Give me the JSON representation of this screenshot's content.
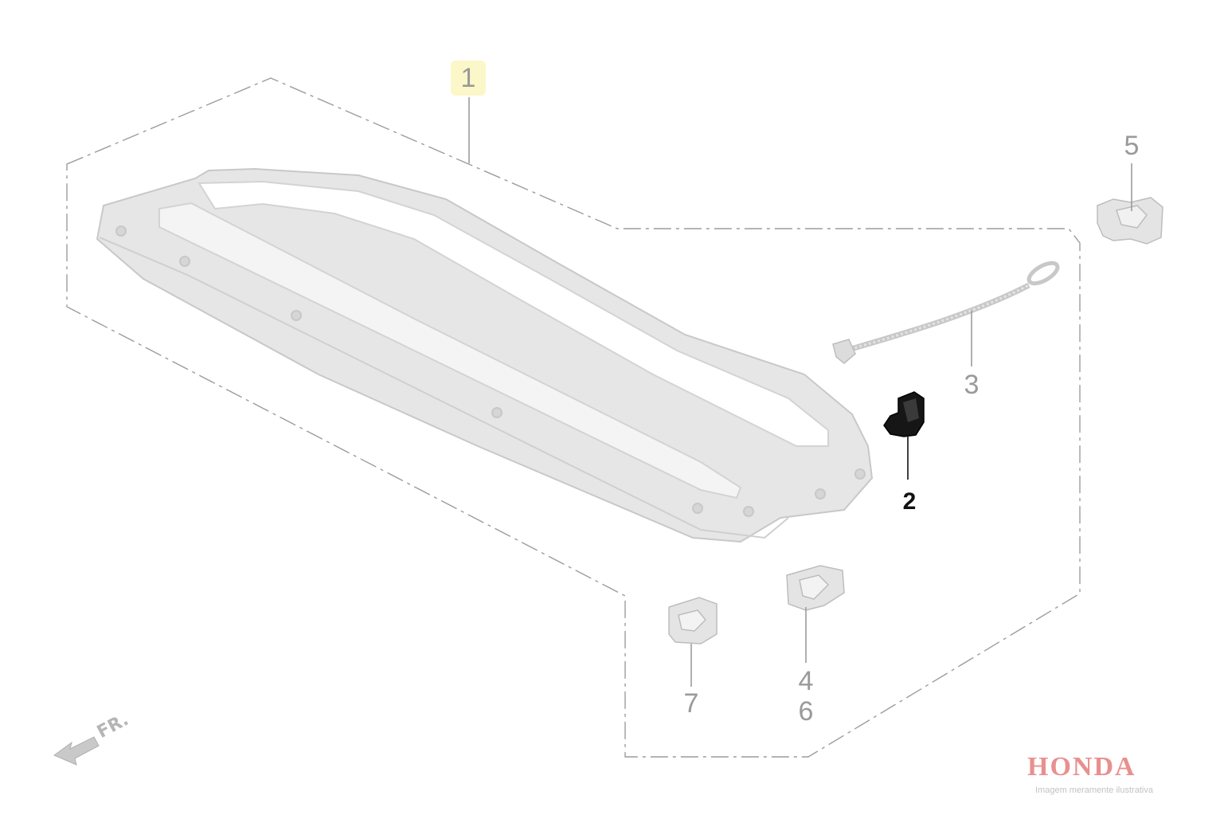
{
  "parts": {
    "p1": "1",
    "p2": "2",
    "p3": "3",
    "p4": "4",
    "p5": "5",
    "p6": "6",
    "p7": "7"
  },
  "direction_label": "FR.",
  "brand": "HONDA",
  "disclaimer": "Imagem meramente ilustrativa",
  "colors": {
    "highlighted_part": "#111111",
    "inactive_part": "#9a9a9a",
    "callout_highlight_bg": "#fbf7c8",
    "brand": "#e8908f"
  },
  "icons": {
    "direction_arrow": "arrow-front-icon"
  }
}
